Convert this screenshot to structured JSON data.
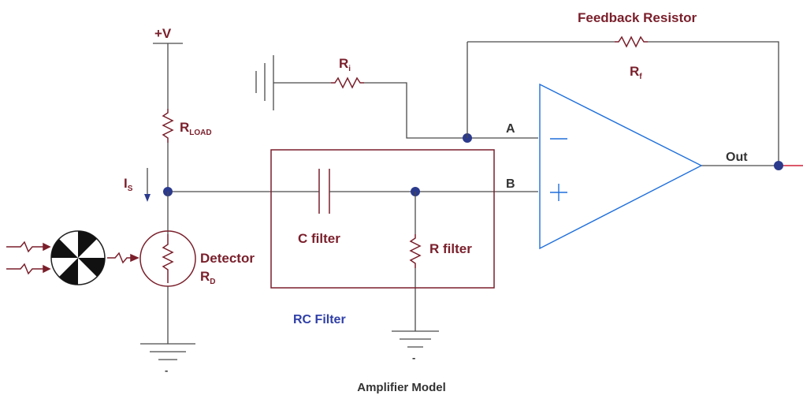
{
  "colors": {
    "wire": "#4a4a4a",
    "component": "#7a1f2b",
    "opamp": "#1e6fdc",
    "node": "#2b3a8c",
    "label_blue": "#2f3fa8"
  },
  "labels": {
    "supply": "+V",
    "feedback_title": "Feedback Resistor",
    "rf_main": "R",
    "rf_sub": "f",
    "ri_main": "R",
    "ri_sub": "i",
    "rload_main": "R",
    "rload_sub": "LOAD",
    "is_main": "I",
    "is_sub": "S",
    "detector": "Detector",
    "rd_main": "R",
    "rd_sub": "D",
    "c_filter": "C filter",
    "r_filter": "R filter",
    "rc_filter": "RC Filter",
    "node_a": "A",
    "node_b": "B",
    "minus": "−",
    "plus": "+",
    "out": "Out",
    "ground_minus": "-"
  },
  "caption": "Amplifier Model"
}
